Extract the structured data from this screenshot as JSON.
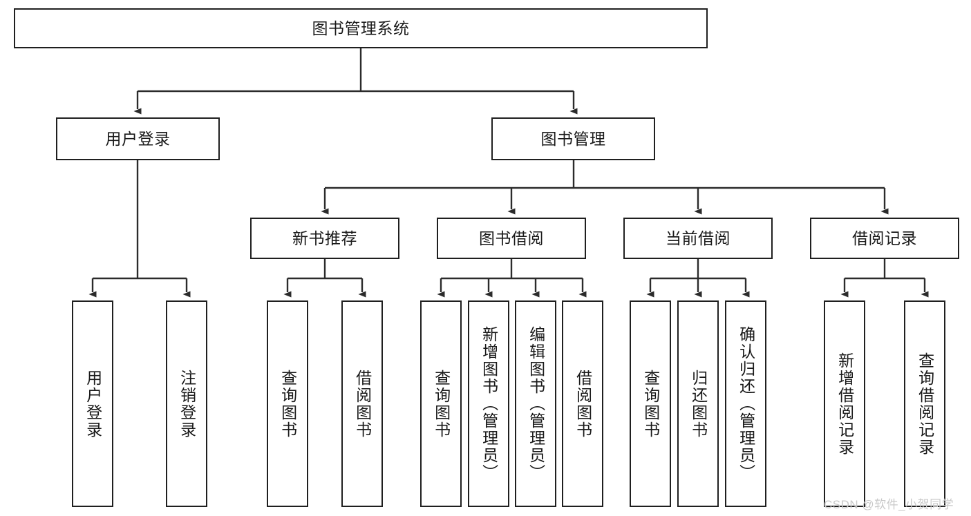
{
  "diagram": {
    "type": "tree-hierarchy",
    "title": "图书管理系统",
    "root": {
      "label": "图书管理系统"
    },
    "level2": [
      {
        "id": "user-login",
        "label": "用户登录"
      },
      {
        "id": "book-manage",
        "label": "图书管理"
      }
    ],
    "level3": [
      {
        "id": "new-book-recommend",
        "label": "新书推荐"
      },
      {
        "id": "book-borrow",
        "label": "图书借阅"
      },
      {
        "id": "current-borrow",
        "label": "当前借阅"
      },
      {
        "id": "borrow-record",
        "label": "借阅记录"
      }
    ],
    "leaves": [
      {
        "id": "leaf-user-login",
        "label": "用户登录",
        "parent": "user-login"
      },
      {
        "id": "leaf-logout",
        "label": "注销登录",
        "parent": "user-login"
      },
      {
        "id": "leaf-query-book-1",
        "label": "查询图书",
        "parent": "new-book-recommend"
      },
      {
        "id": "leaf-borrow-book-1",
        "label": "借阅图书",
        "parent": "new-book-recommend"
      },
      {
        "id": "leaf-query-book-2",
        "label": "查询图书",
        "parent": "book-borrow"
      },
      {
        "id": "leaf-add-book",
        "label": "新增图书（管理员）",
        "parent": "book-borrow"
      },
      {
        "id": "leaf-edit-book",
        "label": "编辑图书（管理员）",
        "parent": "book-borrow"
      },
      {
        "id": "leaf-borrow-book-2",
        "label": "借阅图书",
        "parent": "book-borrow"
      },
      {
        "id": "leaf-query-book-3",
        "label": "查询图书",
        "parent": "current-borrow"
      },
      {
        "id": "leaf-return-book",
        "label": "归还图书",
        "parent": "current-borrow"
      },
      {
        "id": "leaf-confirm-return",
        "label": "确认归还（管理员）",
        "parent": "current-borrow"
      },
      {
        "id": "leaf-add-record",
        "label": "新增借阅记录",
        "parent": "borrow-record"
      },
      {
        "id": "leaf-query-record",
        "label": "查询借阅记录",
        "parent": "borrow-record"
      }
    ],
    "colors": {
      "stroke": "#1f1f1f",
      "fill": "#ffffff",
      "text": "#1a1a1a",
      "watermark": "#c9c9c9"
    }
  },
  "watermark": {
    "text": "CSDN @软件_小贺同学"
  }
}
